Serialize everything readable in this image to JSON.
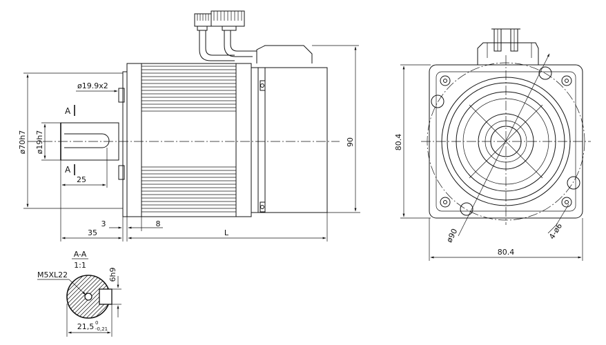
{
  "section": {
    "title": "A-A",
    "scale": "1:1",
    "tap_label": "M5XL22",
    "key_width": "6h9",
    "height_main": "21,5",
    "height_tol_upper": "0",
    "height_tol_lower": "-0,21"
  },
  "side_view": {
    "dim_key_length": "ø19.9x2",
    "section_mark": "A",
    "dim_flange_dia": "ø70h7",
    "dim_shaft_dia": "ø19h7",
    "dim_key_len": "25",
    "dim_flange_thk": "3",
    "dim_pilot": "8",
    "dim_shaft_len": "35",
    "dim_body_len": "L",
    "dim_height": "90"
  },
  "front_view": {
    "dim_height": "80.4",
    "dim_width": "80.4",
    "dim_pcd": "ø90",
    "dim_holes": "4-ø6"
  }
}
